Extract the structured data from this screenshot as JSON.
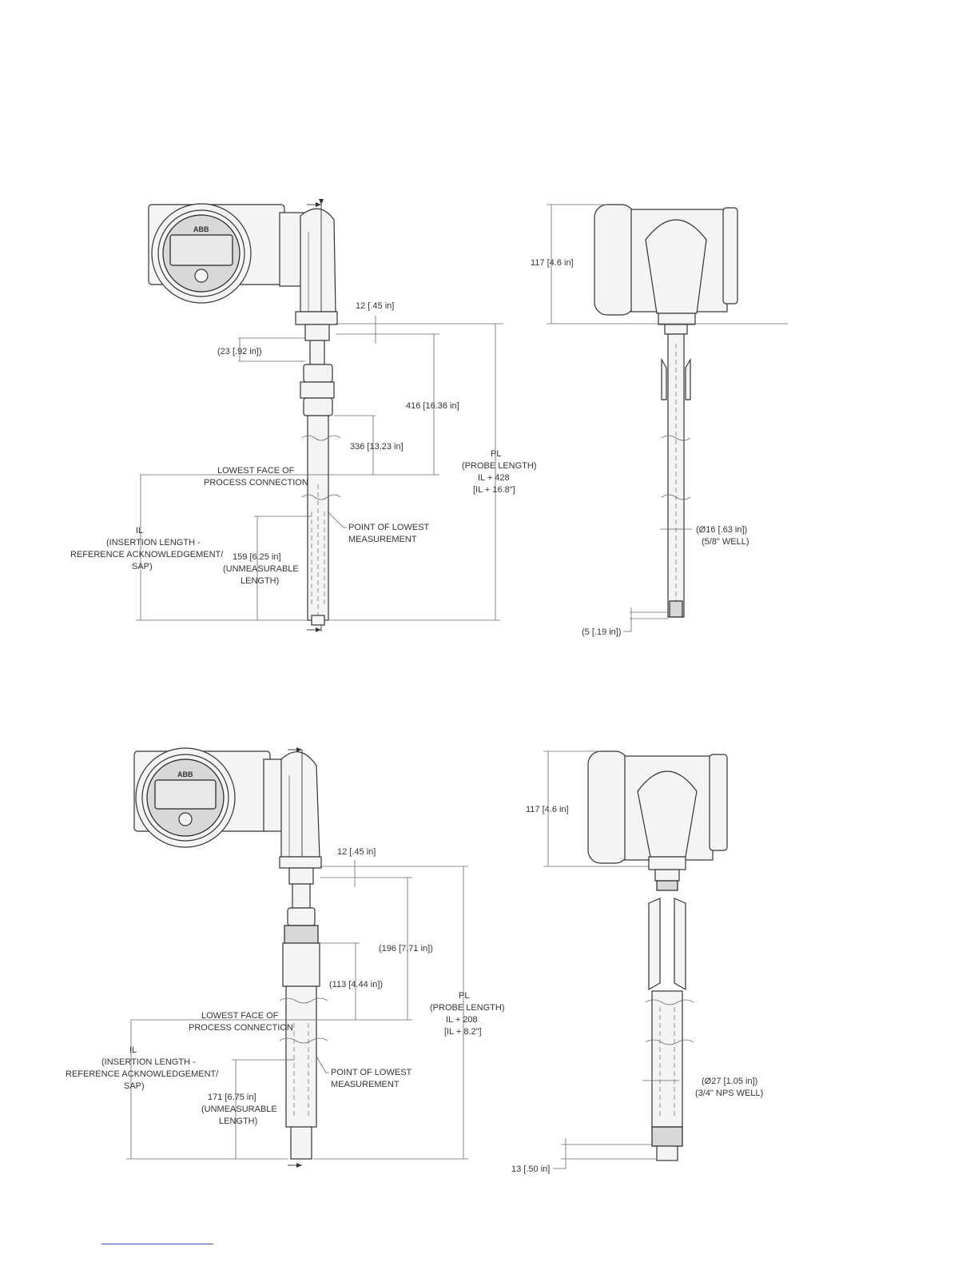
{
  "top": {
    "dims": {
      "flange": "12 [.45 in]",
      "nut": "(23 [.92 in])",
      "d416": "416 [16.36 in]",
      "d336": "336 [13.23 in]",
      "head_h": "117 [4.6 in]",
      "tip": "(5 [.19 in])"
    },
    "lowest_face": [
      "LOWEST FACE OF",
      "PROCESS CONNECTION"
    ],
    "pl": [
      "PL",
      "(PROBE LENGTH)",
      "IL + 428",
      "[IL + 16.8\"]"
    ],
    "il": [
      "IL",
      "(INSERTION LENGTH -",
      "REFERENCE ACKNOWLEDGEMENT/",
      "SAP)"
    ],
    "point": [
      "POINT OF LOWEST",
      "MEASUREMENT"
    ],
    "unmeas": [
      "159 [6.25 in]",
      "(UNMEASURABLE",
      "LENGTH)"
    ],
    "well": [
      "(Ø16 [.63 in])",
      "(5/8\" WELL)"
    ],
    "logo": "ABB"
  },
  "bottom": {
    "dims": {
      "flange": "12 [.45 in]",
      "d196": "(196 [7.71 in])",
      "d113": "(113 [4.44 in])",
      "head_h": "117 [4.6 in]",
      "tip": "13 [.50 in]"
    },
    "lowest_face": [
      "LOWEST FACE OF",
      "PROCESS CONNECTION"
    ],
    "pl": [
      "PL",
      "(PROBE LENGTH)",
      "IL + 208",
      "[IL + 8.2\"]"
    ],
    "il": [
      "IL",
      "(INSERTION LENGTH -",
      "REFERENCE ACKNOWLEDGEMENT/",
      "SAP)"
    ],
    "point": [
      "POINT OF LOWEST",
      "MEASUREMENT"
    ],
    "unmeas": [
      "171 [6.75 in]",
      "(UNMEASURABLE",
      "LENGTH)"
    ],
    "well": [
      "(Ø27 [1.05 in])",
      "(3/4\" NPS WELL)"
    ],
    "logo": "ABB"
  }
}
